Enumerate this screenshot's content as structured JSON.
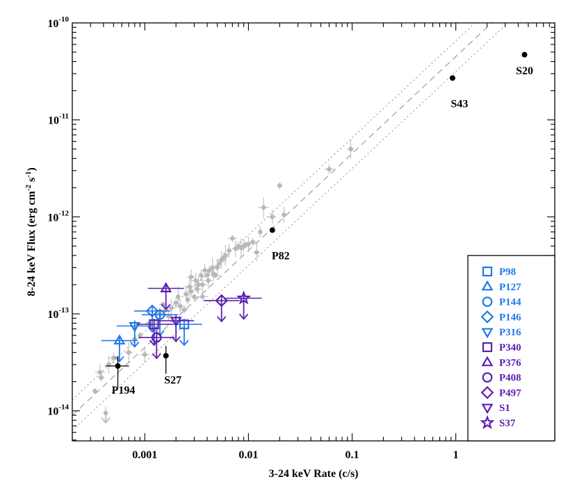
{
  "chart_data": {
    "type": "scatter",
    "xlabel": "3-24 keV Rate (c/s)",
    "ylabel_main": "8-24 keV Flux (erg cm",
    "ylabel_sup1": "-2",
    "ylabel_mid": " s",
    "ylabel_sup2": "-1",
    "ylabel_end": ")",
    "x_scale": "log",
    "y_scale": "log",
    "xlim": [
      0.0002,
      9
    ],
    "ylim": [
      4.9e-15,
      1e-10
    ],
    "x_ticks": [
      {
        "value": 0.001,
        "label": "0.001"
      },
      {
        "value": 0.01,
        "label": "0.01"
      },
      {
        "value": 0.1,
        "label": "0.1"
      },
      {
        "value": 1,
        "label": "1"
      }
    ],
    "y_ticks": [
      {
        "value": 1e-14,
        "base": "10",
        "exp": "-14"
      },
      {
        "value": 1e-13,
        "base": "10",
        "exp": "-13"
      },
      {
        "value": 1e-12,
        "base": "10",
        "exp": "-12"
      },
      {
        "value": 1e-11,
        "base": "10",
        "exp": "-11"
      },
      {
        "value": 1e-10,
        "base": "10",
        "exp": "-10"
      }
    ],
    "relation": {
      "norm": 4.5e-11,
      "lower_factor": 0.7,
      "upper_factor": 1.45
    },
    "background_points": [
      [
        0.00033,
        1.6e-14
      ],
      [
        0.00037,
        2.5e-14
      ],
      [
        0.00038,
        2.2e-14
      ],
      [
        0.00045,
        3e-14
      ],
      [
        0.0005,
        3.5e-14
      ],
      [
        0.0007,
        4e-14
      ],
      [
        0.0008,
        5.5e-14
      ],
      [
        0.0009,
        6e-14
      ],
      [
        0.001,
        3.8e-14
      ],
      [
        0.0011,
        8e-14
      ],
      [
        0.0013,
        7e-14
      ],
      [
        0.0014,
        1e-13
      ],
      [
        0.0015,
        1.25e-13
      ],
      [
        0.0016,
        1.1e-13
      ],
      [
        0.0017,
        9.5e-14
      ],
      [
        0.0018,
        1.15e-13
      ],
      [
        0.002,
        1.3e-13
      ],
      [
        0.0021,
        1.5e-13
      ],
      [
        0.0022,
        1.2e-13
      ],
      [
        0.0024,
        1.1e-13
      ],
      [
        0.0025,
        1.6e-13
      ],
      [
        0.0026,
        1.4e-13
      ],
      [
        0.0027,
        1.9e-13
      ],
      [
        0.0028,
        1.7e-13
      ],
      [
        0.003,
        1.5e-13
      ],
      [
        0.0031,
        2.2e-13
      ],
      [
        0.0032,
        1.8e-13
      ],
      [
        0.0033,
        2e-13
      ],
      [
        0.0035,
        2.5e-13
      ],
      [
        0.0036,
        2e-13
      ],
      [
        0.0038,
        2.8e-13
      ],
      [
        0.004,
        2.5e-13
      ],
      [
        0.0041,
        2.2e-13
      ],
      [
        0.0042,
        2.8e-13
      ],
      [
        0.0045,
        3e-13
      ],
      [
        0.0046,
        2.6e-13
      ],
      [
        0.0048,
        2.5e-13
      ],
      [
        0.005,
        3e-13
      ],
      [
        0.0052,
        3.3e-13
      ],
      [
        0.0055,
        3.6e-13
      ],
      [
        0.0058,
        3.8e-13
      ],
      [
        0.006,
        4e-13
      ],
      [
        0.0065,
        4.5e-13
      ],
      [
        0.007,
        6e-13
      ],
      [
        0.0075,
        4.7e-13
      ],
      [
        0.008,
        5e-13
      ],
      [
        0.0085,
        4.8e-13
      ],
      [
        0.009,
        5e-13
      ],
      [
        0.0095,
        5.2e-13
      ],
      [
        0.01,
        5.2e-13
      ],
      [
        0.011,
        5.5e-13
      ],
      [
        0.012,
        4.3e-13
      ],
      [
        0.013,
        7e-13
      ],
      [
        0.014,
        1.25e-12
      ],
      [
        0.017,
        1e-12
      ],
      [
        0.02,
        2.1e-12
      ],
      [
        0.022,
        1.05e-12
      ],
      [
        0.06,
        3.1e-12
      ],
      [
        0.097,
        5e-12
      ],
      [
        0.00042,
        9.5e-15
      ],
      [
        0.0036,
        1.5e-13
      ],
      [
        0.0028,
        2.4e-13
      ]
    ],
    "labeled_points": [
      {
        "name": "S20",
        "x": 4.6,
        "y": 4.7e-11,
        "label_dx": 0,
        "label_dy": 28
      },
      {
        "name": "S43",
        "x": 0.93,
        "y": 2.7e-11,
        "label_dx": 10,
        "label_dy": 42
      },
      {
        "name": "P82",
        "x": 0.017,
        "y": 7.3e-13,
        "label_dx": 12,
        "label_dy": 42
      },
      {
        "name": "P194",
        "x": 0.00055,
        "y": 2.9e-14,
        "label_dx": 8,
        "label_dy": 40
      },
      {
        "name": "S27",
        "x": 0.0016,
        "y": 3.7e-14,
        "label_dx": 10,
        "label_dy": 40
      }
    ],
    "colors": {
      "blue": "#1f78e8",
      "purple": "#5b1fb0",
      "gray": "#b8b8b8",
      "black": "#000000"
    },
    "series": [
      {
        "name": "P98",
        "marker": "square",
        "color": "#1f78e8",
        "x": 0.0024,
        "y": 7.8e-14,
        "upper_limit": true
      },
      {
        "name": "P127",
        "marker": "triangle",
        "color": "#1f78e8",
        "x": 0.00057,
        "y": 5.3e-14,
        "upper_limit": true
      },
      {
        "name": "P144",
        "marker": "circle",
        "color": "#1f78e8",
        "x": 0.0014,
        "y": 9.8e-14,
        "upper_limit": true
      },
      {
        "name": "P146",
        "marker": "diamond",
        "color": "#1f78e8",
        "x": 0.00118,
        "y": 1.07e-13,
        "upper_limit": true
      },
      {
        "name": "P316",
        "marker": "triangle-down",
        "color": "#1f78e8",
        "x": 0.0008,
        "y": 7.5e-14,
        "upper_limit": true
      },
      {
        "name": "P340",
        "marker": "square",
        "color": "#5b1fb0",
        "x": 0.00123,
        "y": 7.8e-14,
        "upper_limit": true
      },
      {
        "name": "P376",
        "marker": "triangle",
        "color": "#5b1fb0",
        "x": 0.0016,
        "y": 1.83e-13,
        "upper_limit": true
      },
      {
        "name": "P408",
        "marker": "circle",
        "color": "#5b1fb0",
        "x": 0.0013,
        "y": 5.7e-14,
        "upper_limit": true
      },
      {
        "name": "P497",
        "marker": "diamond",
        "color": "#5b1fb0",
        "x": 0.0055,
        "y": 1.37e-13,
        "upper_limit": true
      },
      {
        "name": "S1",
        "marker": "triangle-down",
        "color": "#5b1fb0",
        "x": 0.002,
        "y": 8.5e-14,
        "upper_limit": true
      },
      {
        "name": "S37",
        "marker": "star",
        "color": "#5b1fb0",
        "x": 0.009,
        "y": 1.45e-13,
        "upper_limit": true
      }
    ]
  }
}
